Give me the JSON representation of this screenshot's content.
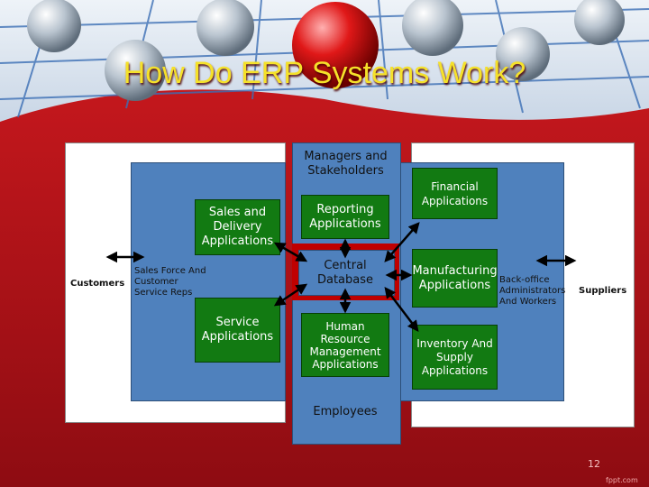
{
  "title": "How Do ERP Systems Work?",
  "nodes": {
    "managers": "Managers and Stakeholders",
    "sales_delivery": "Sales and Delivery Applications",
    "reporting": "Reporting Applications",
    "financial": "Financial Applications",
    "central_db": "Central Database",
    "manufacturing": "Manufacturing Applications",
    "service": "Service Applications",
    "hr": "Human Resource Management Applications",
    "inventory": "Inventory And Supply Applications",
    "employees": "Employees"
  },
  "actors": {
    "customers": "Customers",
    "sales_force": "Sales Force And Customer Service Reps",
    "back_office": "Back-office Administrators And Workers",
    "suppliers": "Suppliers"
  },
  "page_number": "12",
  "watermark": "fppt.com",
  "colors": {
    "background": "#b3121a",
    "title": "#f5e12a",
    "panel_blue": "#4f81bd",
    "app_green": "#127a12",
    "database_red": "#c00000"
  }
}
